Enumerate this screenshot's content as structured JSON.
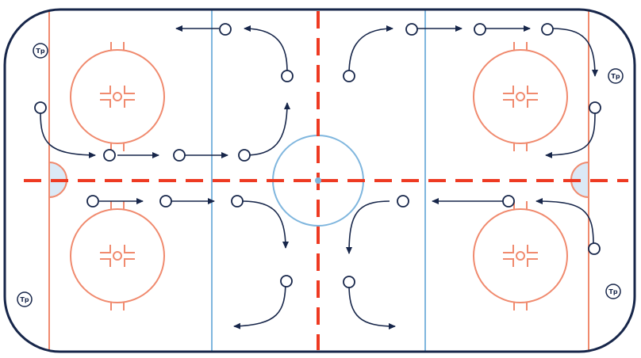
{
  "colors": {
    "rink_border": "#17264a",
    "goal_line": "#f08a6e",
    "blue_line": "#7fb6de",
    "center_line": "#ee3a22",
    "circle": "#f08a6e",
    "center_circle": "#7fb6de",
    "crease_fill": "#dbe9f6",
    "player": "#17264a",
    "arrow": "#17264a"
  },
  "icons": {
    "player_marker": "open-circle-icon",
    "movement_arrow": "arrow-icon",
    "trainer_marker": "coach-badge-icon"
  },
  "trainer_markers": [
    {
      "label": "Tp"
    },
    {
      "label": "Tp"
    },
    {
      "label": "Tp"
    },
    {
      "label": "Tp"
    }
  ]
}
